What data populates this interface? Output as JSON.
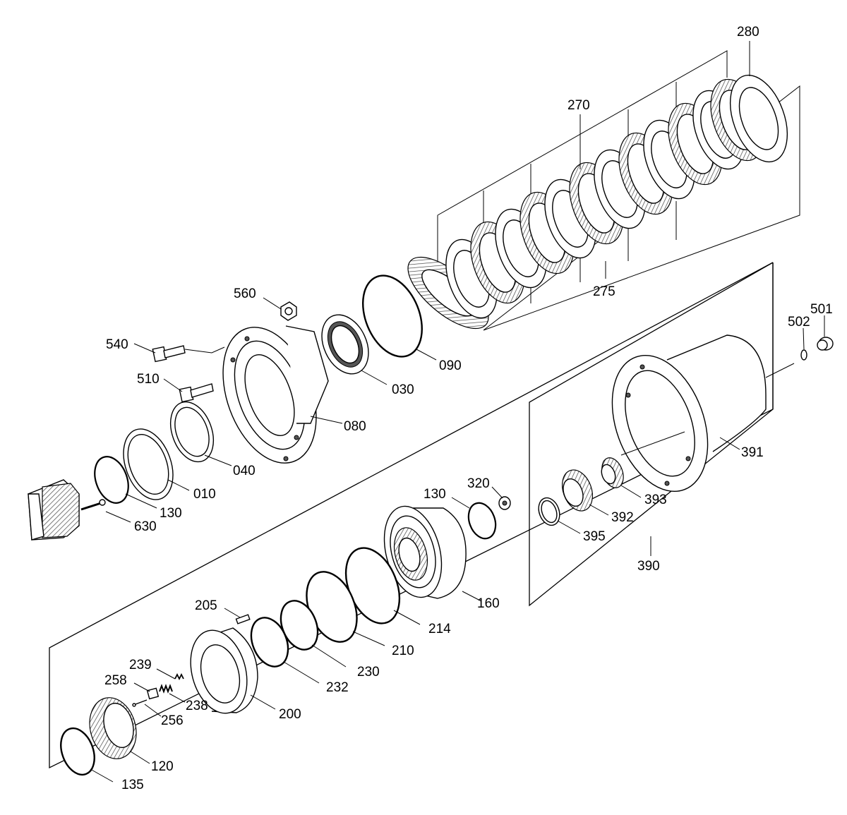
{
  "labels": {
    "l280": "280",
    "l270": "270",
    "l275": "275",
    "l560": "560",
    "l540": "540",
    "l510": "510",
    "l090": "090",
    "l030": "030",
    "l080": "080",
    "l040": "040",
    "l010": "010",
    "l130a": "130",
    "l630": "630",
    "l502": "502",
    "l501": "501",
    "l391": "391",
    "l393": "393",
    "l392": "392",
    "l395": "395",
    "l390": "390",
    "l320": "320",
    "l130b": "130",
    "l160": "160",
    "l214": "214",
    "l210": "210",
    "l230": "230",
    "l232": "232",
    "l205": "205",
    "l200": "200",
    "l239": "239",
    "l258": "258",
    "l238": "238",
    "l256": "256",
    "l120": "120",
    "l135": "135"
  }
}
